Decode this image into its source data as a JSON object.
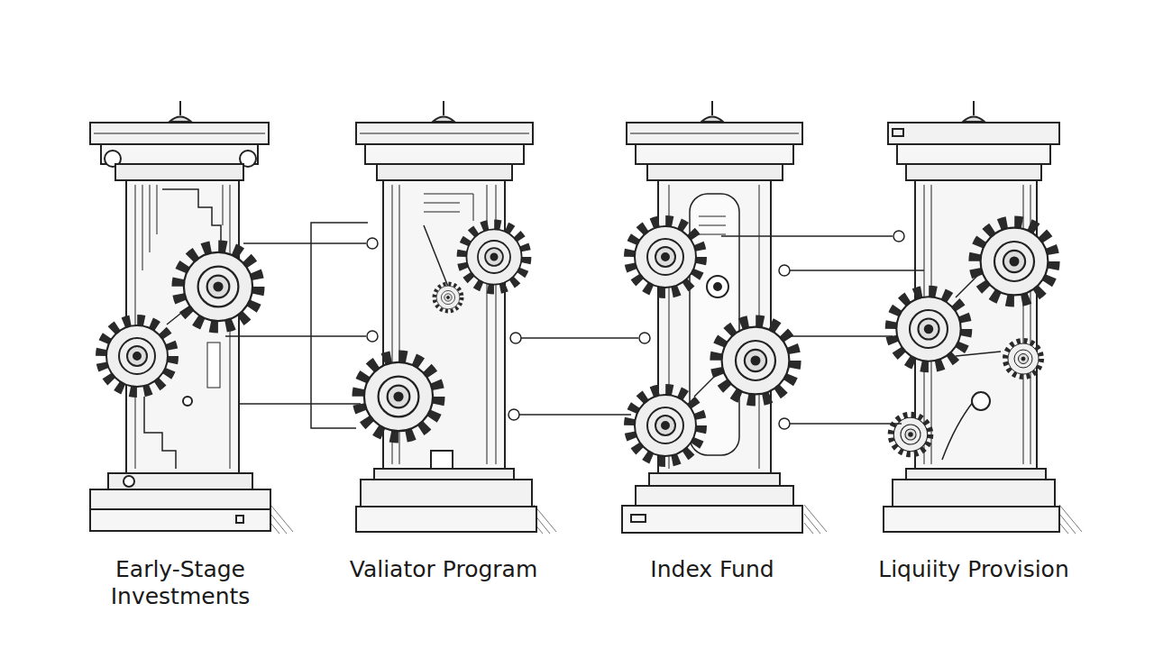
{
  "diagram": {
    "nodes": [
      {
        "text": [
          "Early-Stage Investments"
        ]
      },
      {
        "text": [
          "Valiator Program"
        ]
      },
      {
        "text": [
          "Index Fund"
        ]
      },
      {
        "text": [
          "Liquiity Provision"
        ]
      }
    ]
  }
}
